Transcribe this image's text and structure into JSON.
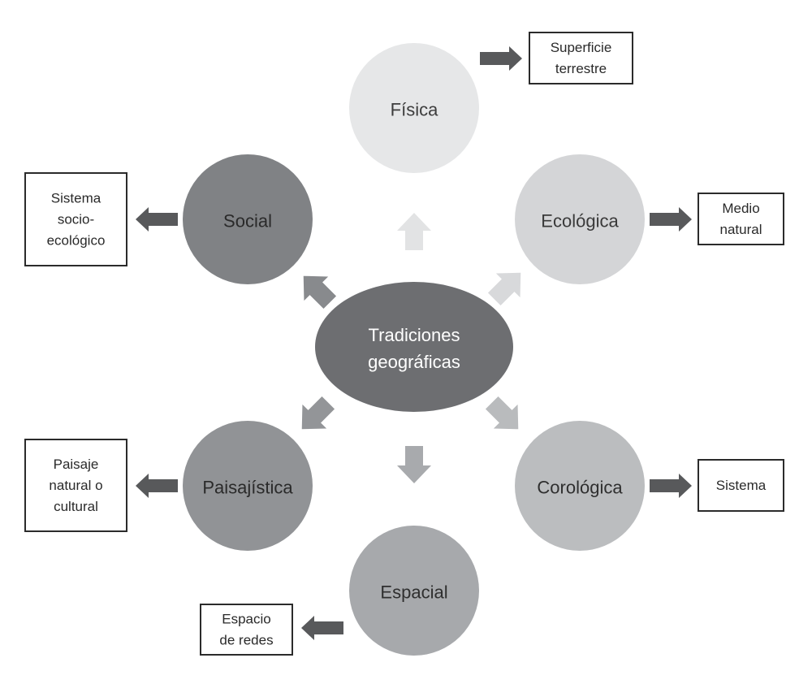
{
  "center": {
    "lines": [
      "Tradiciones",
      "geográficas"
    ],
    "color": "#6d6e71",
    "text_color": "#ffffff"
  },
  "nodes": [
    {
      "id": "fisica",
      "label": "Física",
      "color": "#e6e7e8",
      "text_color": "#3d3d3d",
      "arrow_color": "#e2e3e4",
      "box": {
        "lines": [
          "Superficie",
          "terrestre"
        ]
      }
    },
    {
      "id": "ecologica",
      "label": "Ecológica",
      "color": "#d4d5d7",
      "text_color": "#3a3a3a",
      "arrow_color": "#d8d9db",
      "box": {
        "lines": [
          "Medio",
          "natural"
        ]
      }
    },
    {
      "id": "corologica",
      "label": "Corológica",
      "color": "#bbbdbf",
      "text_color": "#2f2f2f",
      "arrow_color": "#b9bbbd",
      "box": {
        "lines": [
          "Sistema"
        ]
      }
    },
    {
      "id": "espacial",
      "label": "Espacial",
      "color": "#a7a9ac",
      "text_color": "#2f2f2f",
      "arrow_color": "#a8aaad",
      "box": {
        "lines": [
          "Espacio",
          "de redes"
        ]
      }
    },
    {
      "id": "paisajistica",
      "label": "Paisajística",
      "color": "#919396",
      "text_color": "#2a2a2a",
      "arrow_color": "#939598",
      "box": {
        "lines": [
          "Paisaje",
          "natural o",
          "cultural"
        ]
      }
    },
    {
      "id": "social",
      "label": "Social",
      "color": "#808285",
      "text_color": "#2a2a2a",
      "arrow_color": "#888a8d",
      "box": {
        "lines": [
          "Sistema",
          "socio-",
          "ecológico"
        ]
      }
    }
  ],
  "connector_arrow_color": "#58595b"
}
